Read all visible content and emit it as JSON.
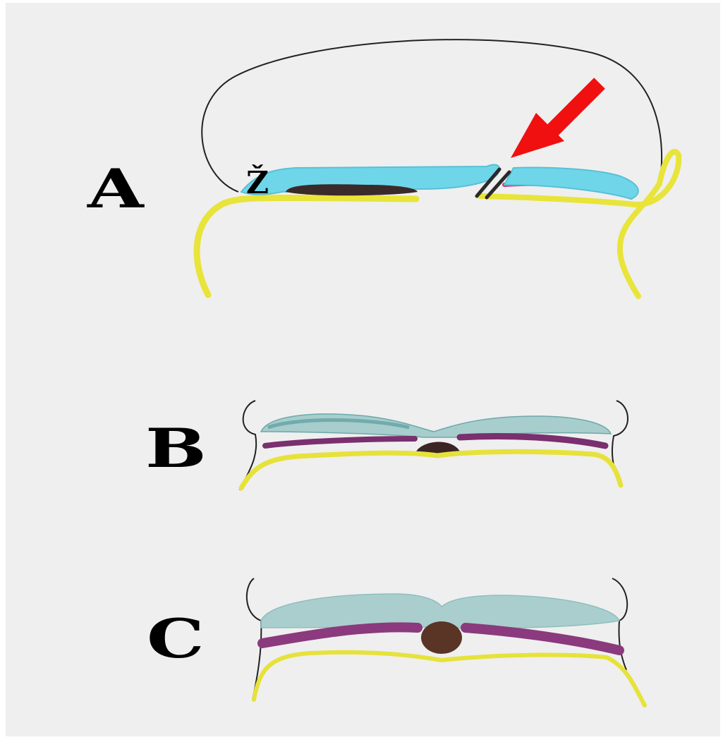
{
  "panels": [
    {
      "label": "A"
    },
    {
      "label": "B"
    },
    {
      "label": "C"
    }
  ],
  "annotations": {
    "marker_label": "Ž",
    "arrow": "red-arrow"
  },
  "colors": {
    "background": "#efefef",
    "ectoderm_yellow": "#e6e23a",
    "neural_blue_bright": "#6fd6ea",
    "neural_blue_muted": "#9fc9c9",
    "mesoderm_purple": "#7a2f6e",
    "mesoderm_magenta": "#c8327a",
    "notochord_dark": "#3a2a2a",
    "notochord_brown": "#5a3424",
    "arrow_red": "#f01010",
    "outline": "#222222"
  }
}
